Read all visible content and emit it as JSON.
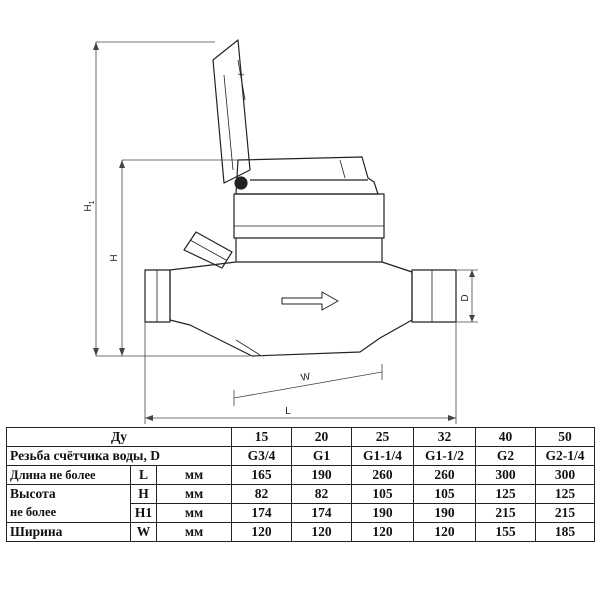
{
  "dimensions": {
    "h1": "H",
    "h1_sub": "1",
    "h": "H",
    "d": "D",
    "w": "W",
    "l": "L"
  },
  "table": {
    "header": {
      "label": "Ду",
      "sizes": [
        "15",
        "20",
        "25",
        "32",
        "40",
        "50"
      ]
    },
    "thread": {
      "label": "Резьба счётчика воды, D",
      "values": [
        "G3/4",
        "G1",
        "G1-1/4",
        "G1-1/2",
        "G2",
        "G2-1/4"
      ]
    },
    "length": {
      "label": "Длина не более",
      "symbol": "L",
      "unit": "мм",
      "values": [
        "165",
        "190",
        "260",
        "260",
        "300",
        "300"
      ]
    },
    "height": {
      "label_line1": "Высота",
      "label_line2": "не более",
      "h": {
        "symbol": "H",
        "unit": "мм",
        "values": [
          "82",
          "82",
          "105",
          "105",
          "125",
          "125"
        ]
      },
      "h1": {
        "symbol": "H1",
        "unit": "мм",
        "values": [
          "174",
          "174",
          "190",
          "190",
          "215",
          "215"
        ]
      }
    },
    "width": {
      "label": "Ширина",
      "symbol": "W",
      "unit": "мм",
      "values": [
        "120",
        "120",
        "120",
        "120",
        "155",
        "185"
      ]
    }
  }
}
